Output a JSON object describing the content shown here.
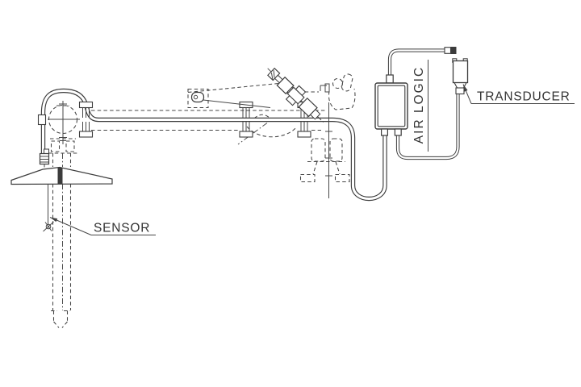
{
  "diagram": {
    "type": "technical-line-drawing",
    "labels": {
      "air_logic": "AIR LOGIC",
      "transducer": "TRANSDUCER",
      "sensor": "SENSOR"
    },
    "colors": {
      "background": "#ffffff",
      "line": "#3c3c3c",
      "text": "#333333"
    }
  }
}
